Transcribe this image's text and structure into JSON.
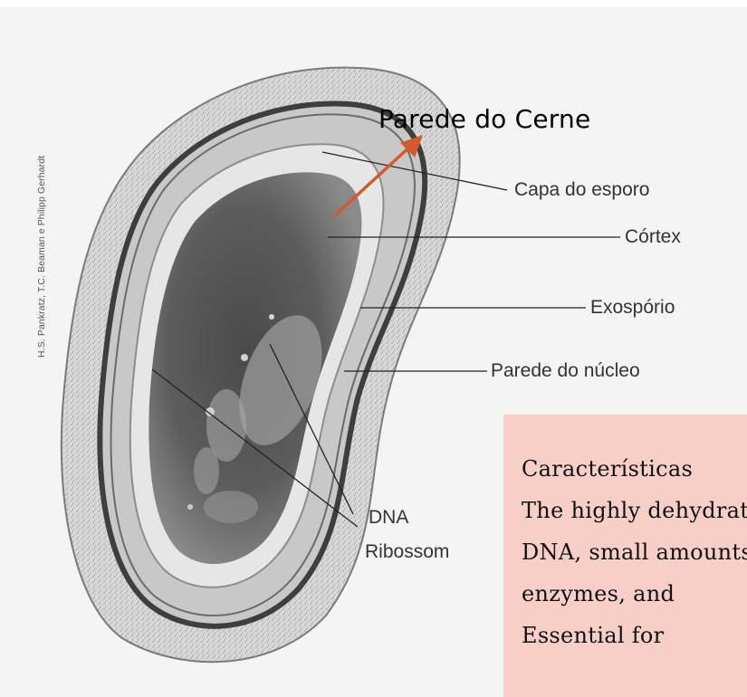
{
  "image_credit": "H.S. Pankratz, T.C. Beaman e Philipp Gerhardt",
  "annotation": {
    "text": "Parede do Cerne",
    "arrow_color": "#d35a2c"
  },
  "labels": {
    "capa": "Capa do esporo",
    "cortex": "Córtex",
    "exosporio": "Exospório",
    "parede_nucleo": "Parede do núcleo",
    "dna": "DNA",
    "ribossomos": "Ribossom"
  },
  "textbox": {
    "background": "#f7cfc7",
    "lines": [
      "Características",
      "The highly dehydrated",
      "DNA, small amounts of",
      "enzymes, and",
      "Essential for"
    ]
  }
}
